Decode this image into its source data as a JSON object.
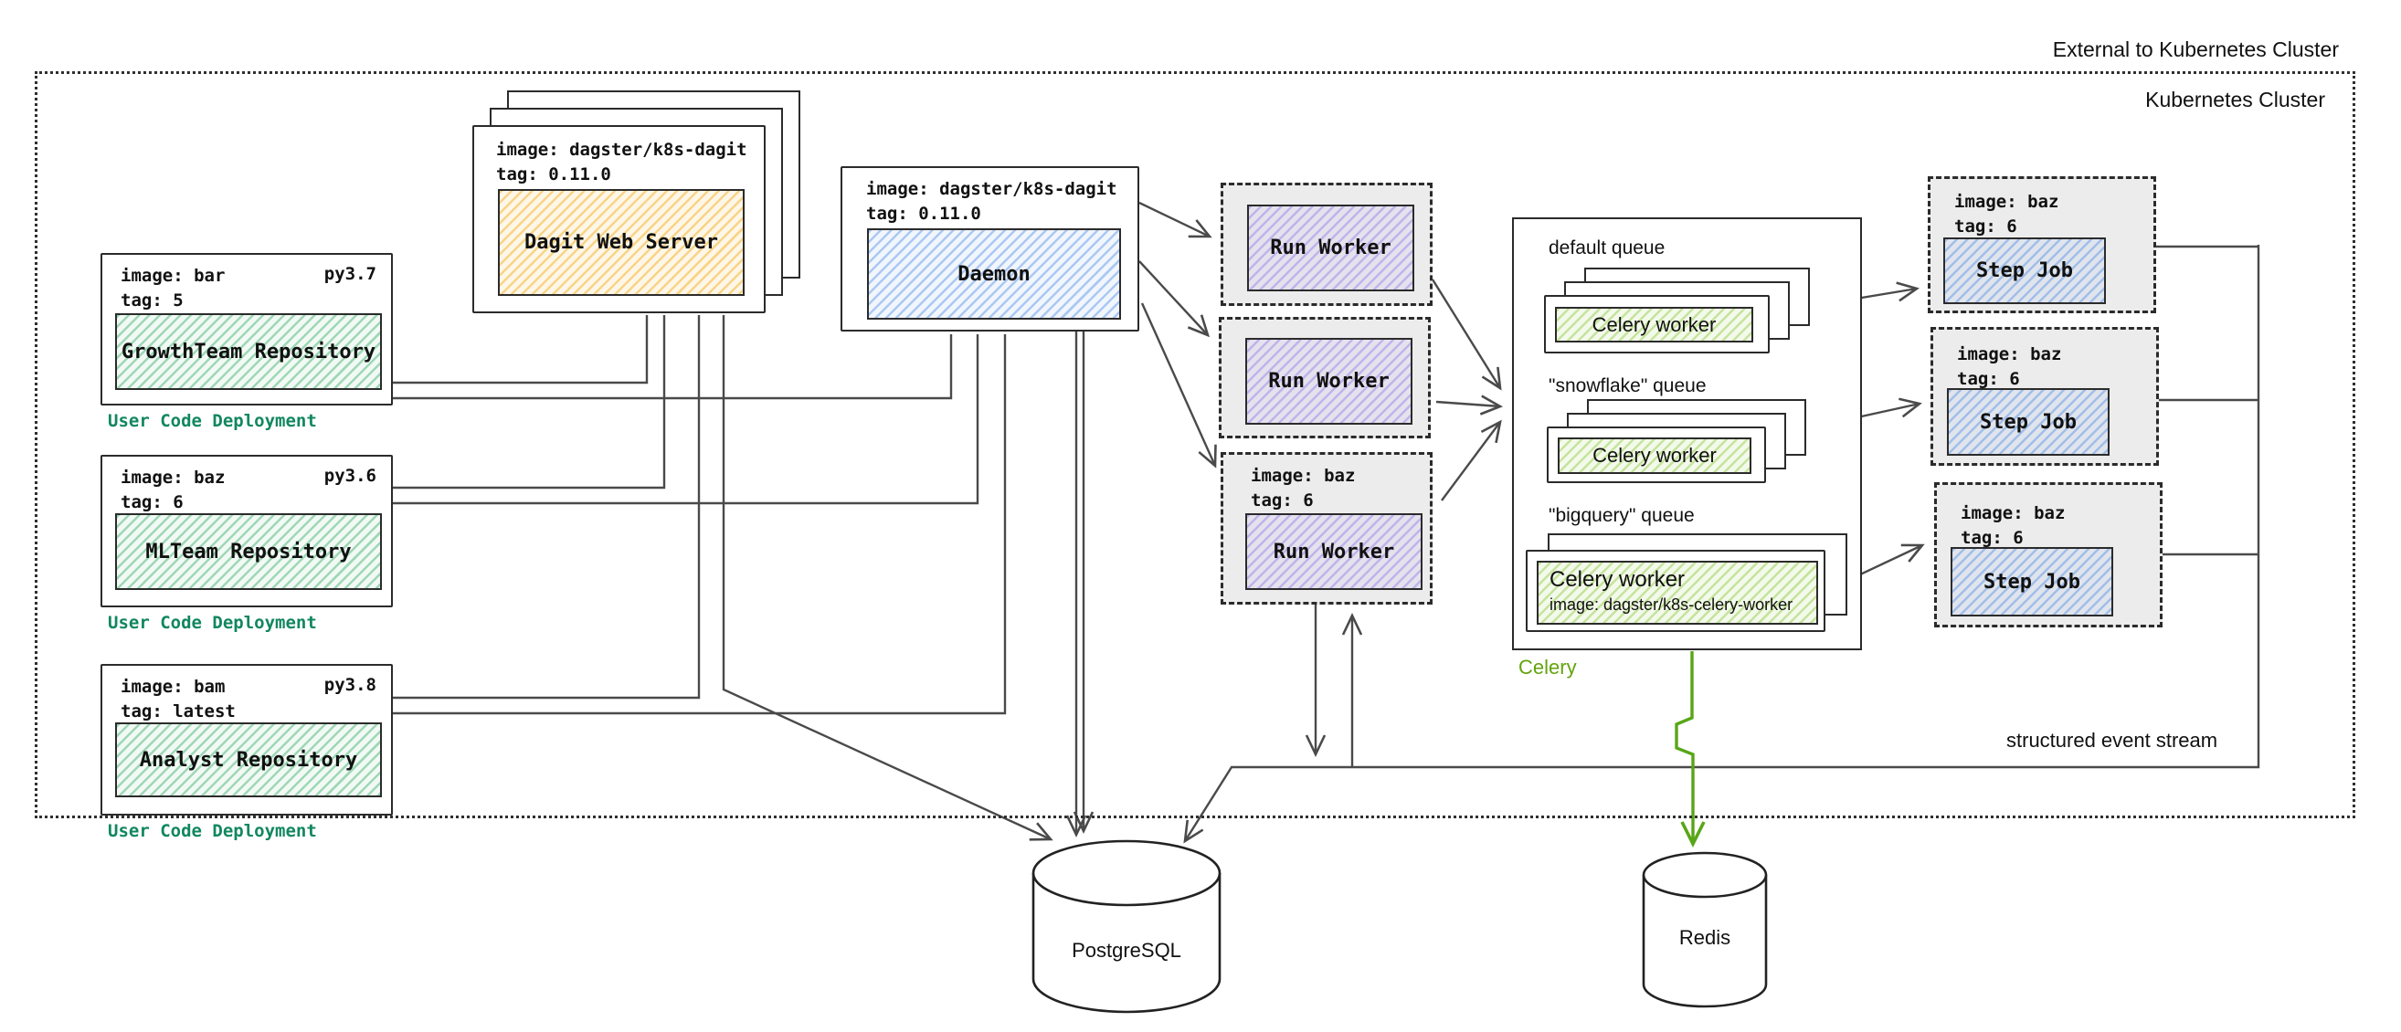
{
  "labels": {
    "external": "External to Kubernetes Cluster",
    "cluster": "Kubernetes Cluster",
    "event_stream": "structured event stream"
  },
  "repos": [
    {
      "image": "image: bar",
      "tag": "tag: 5",
      "py": "py3.7",
      "name": "GrowthTeam Repository",
      "caption": "User Code Deployment"
    },
    {
      "image": "image: baz",
      "tag": "tag: 6",
      "py": "py3.6",
      "name": "MLTeam Repository",
      "caption": "User Code Deployment"
    },
    {
      "image": "image: bam",
      "tag": "tag: latest",
      "py": "py3.8",
      "name": "Analyst Repository",
      "caption": "User Code Deployment"
    }
  ],
  "dagit": {
    "image": "image: dagster/k8s-dagit",
    "tag": "tag: 0.11.0",
    "name": "Dagit Web Server"
  },
  "daemon": {
    "image": "image: dagster/k8s-dagit",
    "tag": "tag: 0.11.0",
    "name": "Daemon"
  },
  "run_workers": [
    {
      "name": "Run Worker"
    },
    {
      "name": "Run Worker"
    },
    {
      "image": "image: baz",
      "tag": "tag: 6",
      "name": "Run Worker"
    }
  ],
  "celery": {
    "caption": "Celery",
    "queues": [
      {
        "label": "default queue",
        "worker": "Celery worker"
      },
      {
        "label": "\"snowflake\" queue",
        "worker": "Celery worker"
      },
      {
        "label": "\"bigquery\" queue",
        "worker": "Celery worker",
        "worker_image": "image: dagster/k8s-celery-worker"
      }
    ]
  },
  "step_jobs": [
    {
      "image": "image: baz",
      "tag": "tag: 6",
      "name": "Step Job"
    },
    {
      "image": "image: baz",
      "tag": "tag: 6",
      "name": "Step Job"
    },
    {
      "image": "image: baz",
      "tag": "tag: 6",
      "name": "Step Job"
    }
  ],
  "stores": [
    {
      "name": "PostgreSQL"
    },
    {
      "name": "Redis"
    }
  ],
  "colors": {
    "repo_hatch_green": "#40b06d",
    "dagit_hatch_orange": "#f4b024",
    "daemon_hatch_blue": "#508ce6",
    "worker_hatch_purple": "#8c6eeb",
    "celery_hatch_green": "#8cc83c",
    "user_code_caption_teal": "#11875f",
    "celery_caption_green": "#63a30d",
    "redis_arrow_green": "#58a618",
    "wire_gray": "#4a4a4a",
    "pod_gray_fill": "#ececec"
  }
}
